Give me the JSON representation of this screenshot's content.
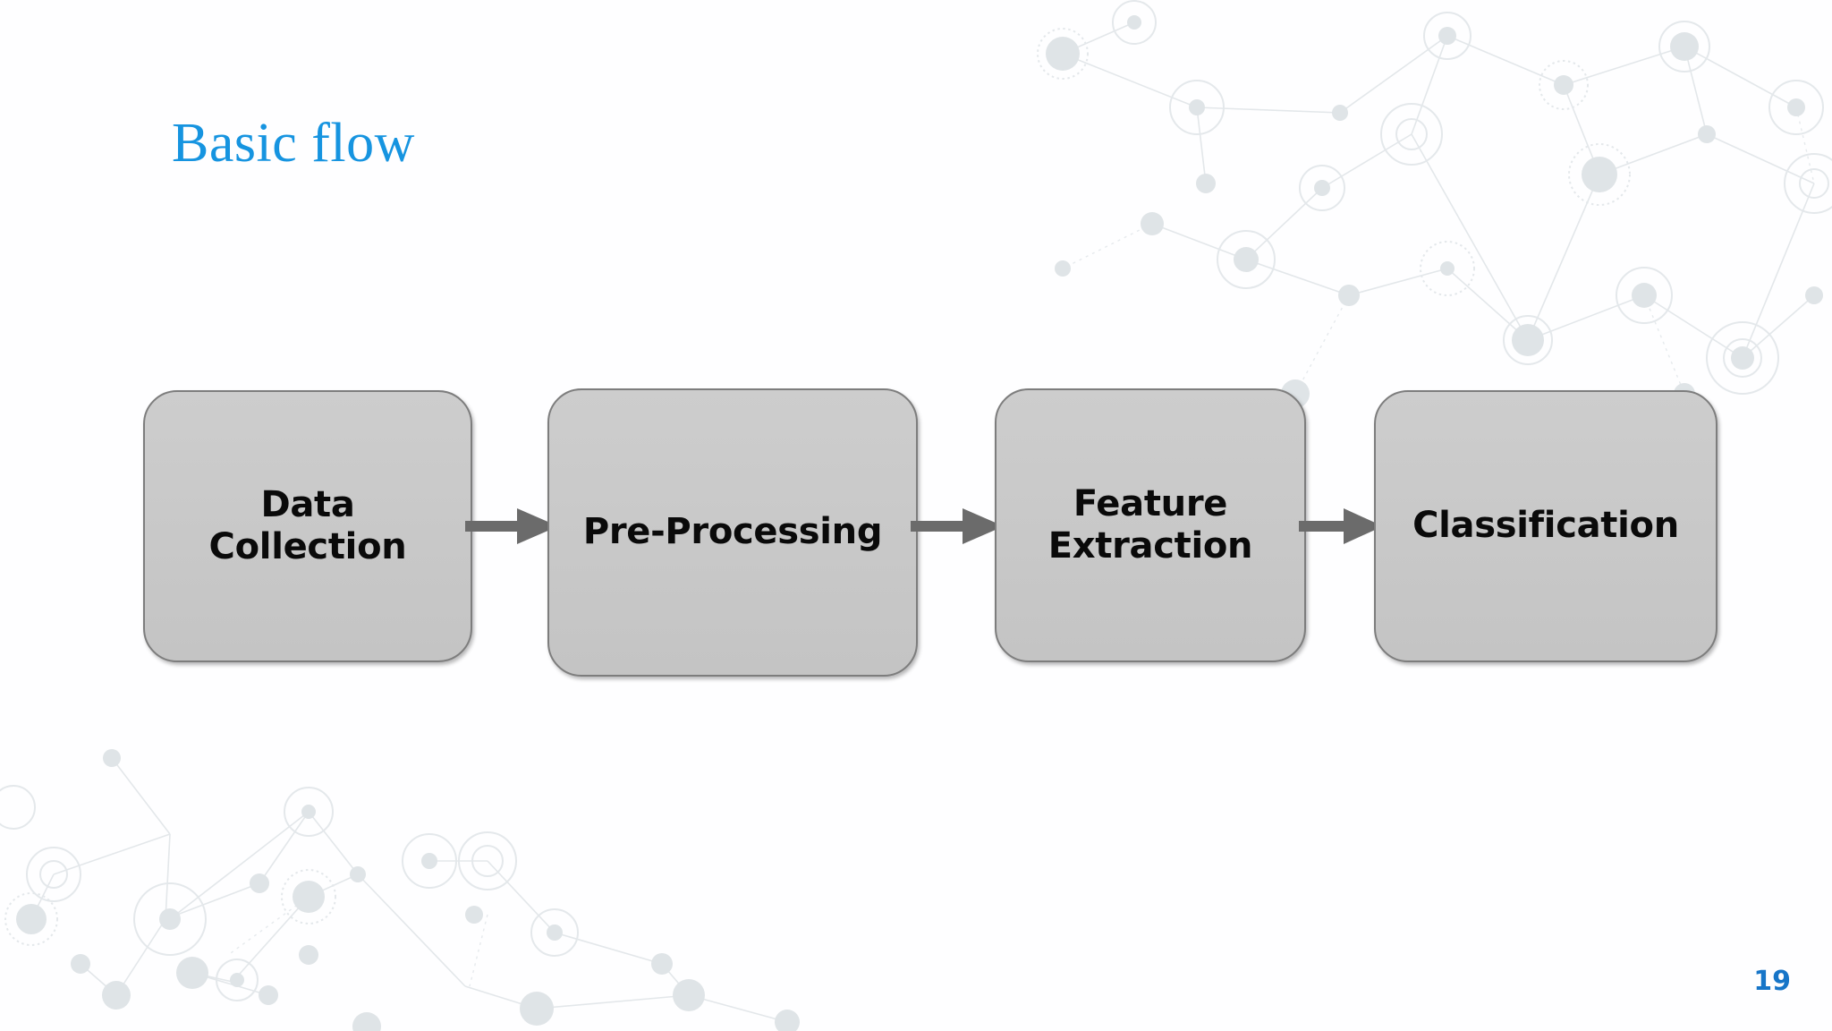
{
  "slide": {
    "title": "Basic flow",
    "title_color": "#1694E0",
    "background_color": "#FFFFFF",
    "page_number": "19",
    "page_number_color": "#1675C8"
  },
  "diagram": {
    "type": "flowchart",
    "orientation": "left-to-right",
    "node_fill_color": "#C8C8C8",
    "node_border_color": "#7D7D7D",
    "node_text_color": "#0A0A0A",
    "arrow_color": "#6B6B6B",
    "nodes": [
      {
        "label": "Data\nCollection"
      },
      {
        "label": "Pre-Processing"
      },
      {
        "label": "Feature\nExtraction"
      },
      {
        "label": "Classification"
      }
    ],
    "connectors": [
      {
        "icon": "arrow-right-icon",
        "from": "Data Collection",
        "to": "Pre-Processing"
      },
      {
        "icon": "arrow-right-icon",
        "from": "Pre-Processing",
        "to": "Feature Extraction"
      },
      {
        "icon": "arrow-right-icon",
        "from": "Feature Extraction",
        "to": "Classification"
      }
    ]
  },
  "decoration": {
    "top_right": "network-nodes-graphic",
    "bottom_left": "network-nodes-graphic",
    "color": "#E2E6E9"
  }
}
